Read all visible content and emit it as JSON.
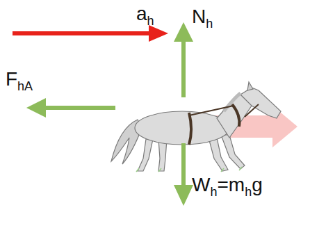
{
  "diagram": {
    "labels": [
      "ah",
      "Nh",
      "FhA",
      "Wh=mhg"
    ]
  }
}
